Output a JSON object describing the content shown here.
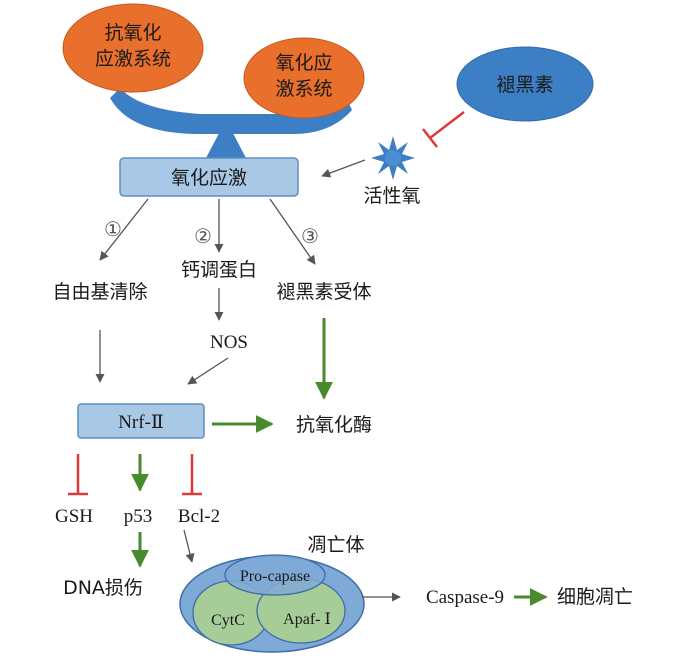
{
  "nodes": {
    "antioxidant_system": [
      "抗氧化",
      "应激系统"
    ],
    "oxidative_system": [
      "氧化应",
      "激系统"
    ],
    "melatonin": "褪黑素",
    "ros": "活性氧",
    "oxidative_stress": "氧化应激",
    "free_radical_scavenging": "自由基清除",
    "calmodulin": "钙调蛋白",
    "melatonin_receptor": "褪黑素受体",
    "nos": "NOS",
    "nrf": "Nrf-Ⅱ",
    "antioxidant_enzyme": "抗氧化酶",
    "gsh": "GSH",
    "p53": "p53",
    "bcl2": "Bcl-2",
    "dna_damage": "DNA损伤",
    "apoptosome": "凋亡体",
    "pro_caspase": "Pro-capase",
    "cytc": "CytC",
    "apaf": "Apaf- Ⅰ",
    "caspase9": "Caspase-9",
    "apoptosis": "细胞凋亡"
  },
  "pathway_markers": [
    "①",
    "②",
    "③"
  ],
  "colors": {
    "orange": "#e86f2c",
    "blue": "#3d7fc4",
    "box_fill": "#a8c8e6",
    "box_stroke": "#5f8fbf",
    "green_arrow": "#4a8a2f",
    "red_inhibit": "#d93a3a",
    "gray_arrow": "#555555",
    "oval_fill": "#7fa9d6",
    "oval_stroke": "#3d6ea8",
    "green_circle": "#a6cc97"
  }
}
